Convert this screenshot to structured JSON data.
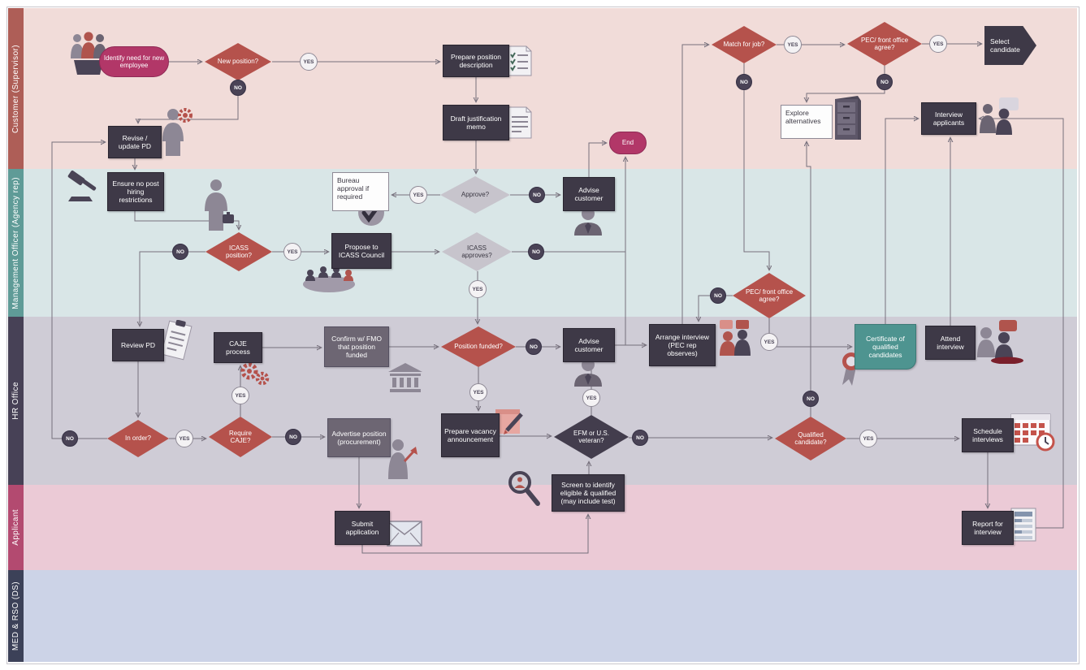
{
  "labels": {
    "yes": "YES",
    "no": "NO"
  },
  "lanes": [
    {
      "label": "Customer (Supervisor)"
    },
    {
      "label": "Management Officer (Agency rep)"
    },
    {
      "label": "HR Office"
    },
    {
      "label": "Applicant"
    },
    {
      "label": "MED & RSO (DS)"
    }
  ],
  "nodes": {
    "identify": {
      "label": "Identify need for new employee"
    },
    "new_position": {
      "label": "New position?"
    },
    "prepare_pd": {
      "label": "Prepare position description"
    },
    "draft_memo": {
      "label": "Draft justification memo"
    },
    "revise_pd": {
      "label": "Revise / update PD"
    },
    "end": {
      "label": "End"
    },
    "match_job": {
      "label": "Match for job?"
    },
    "pec_top": {
      "label": "PEC/ front office agree?"
    },
    "select_candidate": {
      "label": "Select candidate"
    },
    "explore_alt": {
      "label": "Explore alternatives"
    },
    "interview_applicants": {
      "label": "Interview applicants"
    },
    "ensure_no_post": {
      "label": "Ensure no post hiring restrictions"
    },
    "bureau": {
      "label": "Bureau approval if required"
    },
    "approve": {
      "label": "Approve?"
    },
    "advise_customer_2": {
      "label": "Advise customer"
    },
    "icass_position": {
      "label": "ICASS position?"
    },
    "propose_icass": {
      "label": "Propose to ICASS Council"
    },
    "icass_approves": {
      "label": "ICASS approves?"
    },
    "review_pd": {
      "label": "Review PD"
    },
    "caje_process": {
      "label": "CAJE process"
    },
    "confirm_fmo": {
      "label": "Confirm w/ FMO that position funded"
    },
    "position_funded": {
      "label": "Position funded?"
    },
    "advise_customer_3": {
      "label": "Advise customer"
    },
    "arrange_interview": {
      "label": "Arrange interview (PEC rep observes)"
    },
    "pec_middle": {
      "label": "PEC/ front office agree?"
    },
    "certificate": {
      "label": "Certificate of qualified candidates"
    },
    "attend_interview": {
      "label": "Attend interview"
    },
    "in_order": {
      "label": "In order?"
    },
    "require_caje": {
      "label": "Require CAJE?"
    },
    "advertise_position": {
      "label": "Advertise position (procurement)"
    },
    "prepare_vacancy": {
      "label": "Prepare vacancy announcement"
    },
    "efm_veteran": {
      "label": "EFM or U.S. veteran?"
    },
    "qualified": {
      "label": "Qualified candidate?"
    },
    "schedule_interviews": {
      "label": "Schedule interviews"
    },
    "screen_identify": {
      "label": "Screen to identify eligible & qualified (may include test)"
    },
    "submit_application": {
      "label": "Submit application"
    },
    "report_interview": {
      "label": "Report for interview"
    }
  },
  "colors": {
    "terminator": "#b23768",
    "decision_red": "#b5524c",
    "decision_gray": "#c7c4cc",
    "decision_dark": "#433d4d",
    "process_dark": "#3e3947",
    "process_gray": "#6d6673",
    "process_teal": "#4e9490",
    "annotation_white": "#fdfdfd",
    "lane_customer": "#ae5e57",
    "lane_management": "#5f9b97",
    "lane_hr": "#474156",
    "lane_applicant": "#b34a70",
    "lane_med_rso": "#3c4158",
    "connector": "#76707c"
  },
  "icons": [
    "people-group-icon",
    "person-gear-icon",
    "checklist-doc-icon",
    "memo-doc-icon",
    "file-cabinet-icon",
    "interview-people-icon",
    "gavel-icon",
    "briefcase-person-icon",
    "approval-check-icon",
    "customer-person-icon",
    "meeting-table-icon",
    "clipboard-icon",
    "gears-icon",
    "bank-icon",
    "recruiter-person-icon",
    "vacancy-note-icon",
    "magnifier-icon",
    "pec-people-icon",
    "ribbon-icon",
    "attend-people-icon",
    "calendar-clock-icon",
    "envelope-icon",
    "report-doc-icon"
  ]
}
